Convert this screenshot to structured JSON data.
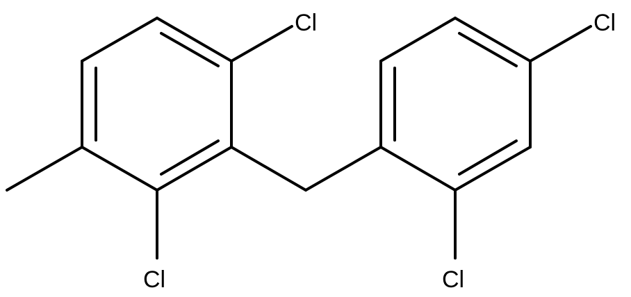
{
  "molecule": {
    "atom_labels": {
      "cl_ring1_top": "Cl",
      "cl_ring1_bottom": "Cl",
      "cl_ring2_top": "Cl",
      "cl_ring2_bottom": "Cl"
    },
    "colors": {
      "bond": "#000000",
      "label": "#000000",
      "background": "#ffffff"
    }
  }
}
